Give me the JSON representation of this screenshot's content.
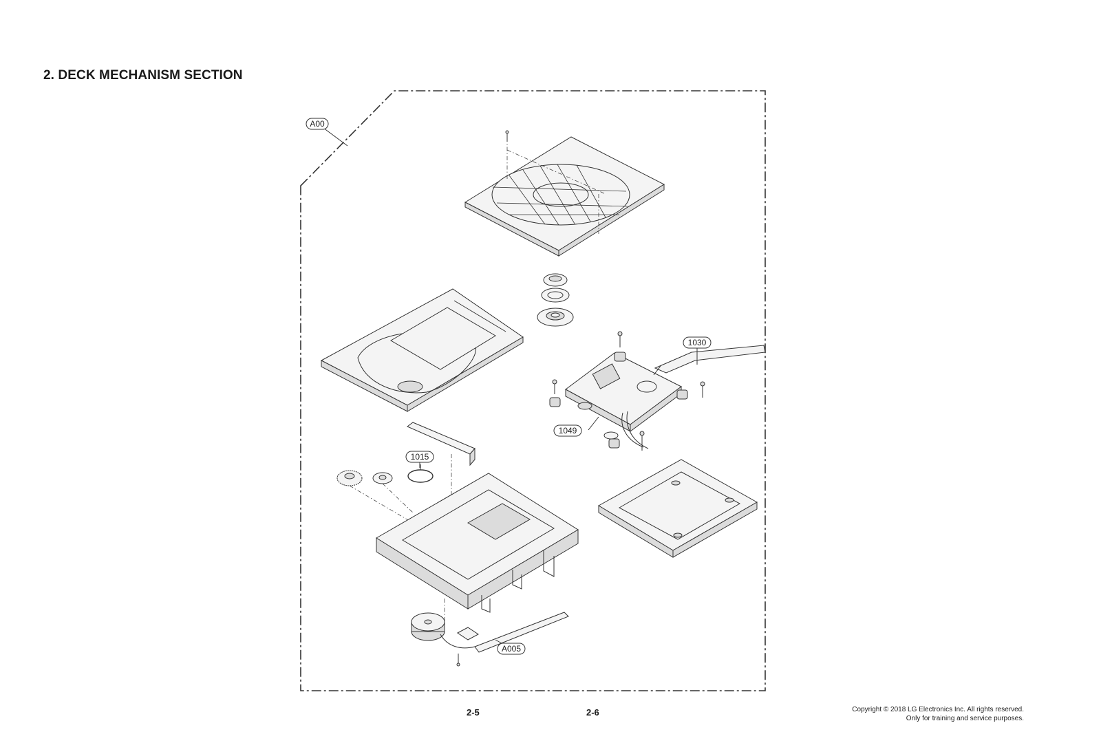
{
  "section": {
    "title": "2. DECK MECHANISM SECTION"
  },
  "callouts": {
    "a00": "A00",
    "p1030": "1030",
    "p1049": "1049",
    "p1015": "1015",
    "a005": "A005"
  },
  "footer": {
    "page_left": "2-5",
    "page_right": "2-6",
    "copyright_line1": "Copyright © 2018 LG Electronics Inc. All rights reserved.",
    "copyright_line2": "Only for training and service purposes."
  },
  "colors": {
    "line": "#333333",
    "light_fill": "#f2f2f2",
    "mid_fill": "#d9d9d9"
  }
}
